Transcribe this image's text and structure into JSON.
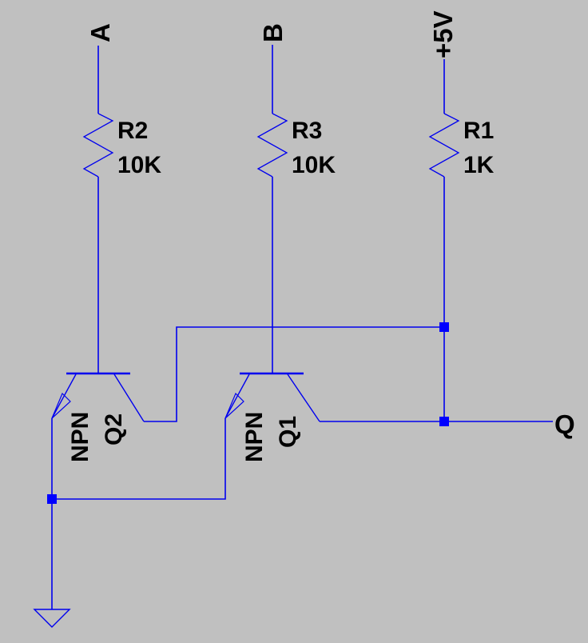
{
  "schematic": {
    "colors": {
      "background": "#c0c0c0",
      "wire": "#0000ee",
      "junction": "#0000ff",
      "text": "#000000"
    },
    "net_labels": {
      "input_a": "A",
      "input_b": "B",
      "supply": "+5V",
      "output": "Q"
    },
    "components": {
      "r2": {
        "ref": "R2",
        "value": "10K"
      },
      "r3": {
        "ref": "R3",
        "value": "10K"
      },
      "r1": {
        "ref": "R1",
        "value": "1K"
      },
      "q2": {
        "ref": "Q2",
        "type": "NPN"
      },
      "q1": {
        "ref": "Q1",
        "type": "NPN"
      }
    }
  }
}
